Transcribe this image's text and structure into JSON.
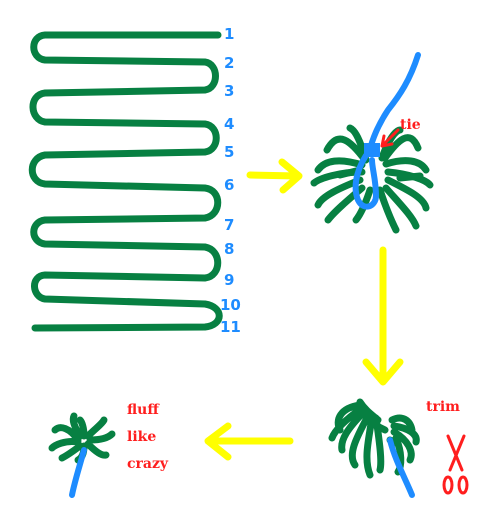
{
  "colors": {
    "yarn_green": "#078042",
    "string_blue": "#1e8cff",
    "arrow_yellow": "#ffff00",
    "label_red": "#ff1e1e",
    "background": "#ffffff"
  },
  "wrap_numbers": [
    "1",
    "2",
    "3",
    "4",
    "5",
    "6",
    "7",
    "8",
    "9",
    "10",
    "11"
  ],
  "labels": {
    "tie": "tie",
    "trim": "trim",
    "fluff_line1": "fluff",
    "fluff_line2": "like",
    "fluff_line3": "crazy"
  },
  "icons": [
    "scissors-icon"
  ]
}
